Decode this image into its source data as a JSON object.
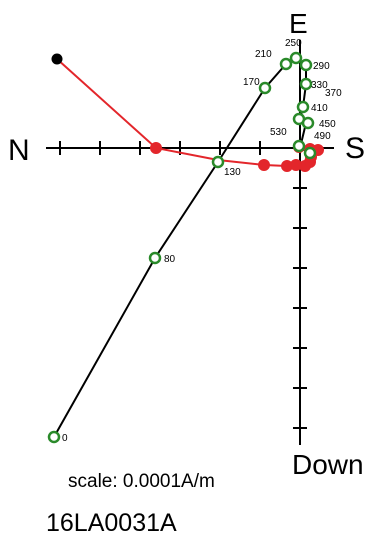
{
  "diagram": {
    "axes": {
      "north": "N",
      "south": "S",
      "east": "E",
      "down": "Down"
    },
    "step_labels": {
      "s0": "0",
      "s80": "80",
      "s130": "130",
      "s170": "170",
      "s210": "210",
      "s250": "250",
      "s290": "290",
      "s330": "330",
      "s370": "370",
      "s410": "410",
      "s450": "450",
      "s490": "490",
      "s530": "530"
    },
    "scale": "scale: 0.0001A/m",
    "specimen": "16LA0031A",
    "colors": {
      "horizontal_projection": "#e3262b",
      "vertical_projection_line": "#000000",
      "vertical_projection_marker": "#2a8a2a"
    }
  }
}
